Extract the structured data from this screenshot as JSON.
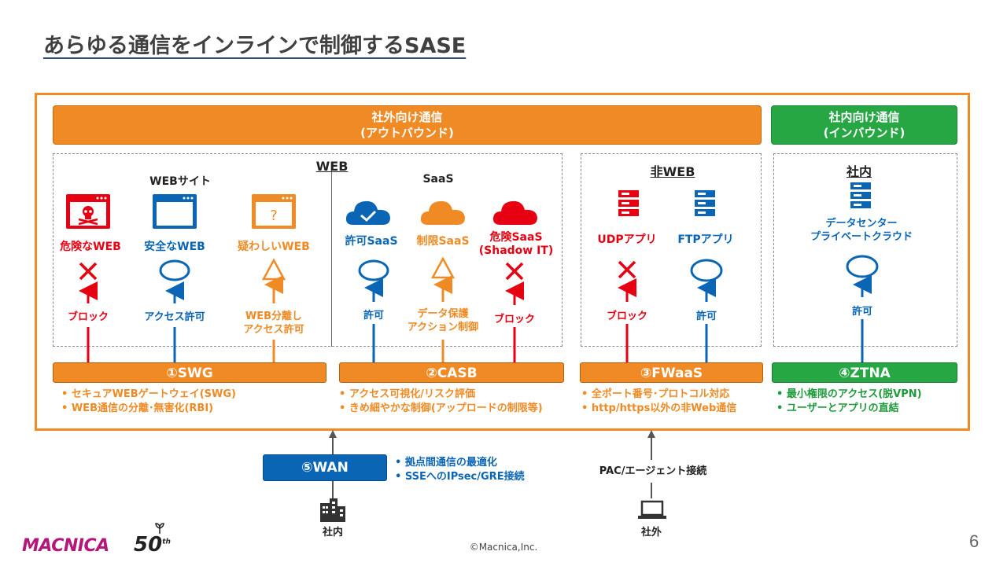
{
  "title": "あらゆる通信をインラインで制御するSASE",
  "outbound": {
    "line1": "社外向け通信",
    "line2": "(アウトバウンド)"
  },
  "inbound": {
    "line1": "社内向け通信",
    "line2": "(インバウンド)"
  },
  "web_label": "WEB",
  "website_label": "WEBサイト",
  "saas_label": "SaaS",
  "nonweb_label": "非WEB",
  "internal_label": "社内",
  "items": {
    "danger_web": "危険なWEB",
    "safe_web": "安全なWEB",
    "suspicious_web": "疑わしいWEB",
    "allowed_saas": "許可SaaS",
    "limited_saas": "制限SaaS",
    "danger_saas": "危険SaaS",
    "shadow_it": "(Shadow IT)",
    "udp_app": "UDPアプリ",
    "ftp_app": "FTPアプリ",
    "dc_line1": "データセンター",
    "dc_line2": "プライベートクラウド"
  },
  "actions": {
    "block1": "ブロック",
    "access_allow": "アクセス許可",
    "web_isolation_1": "WEB分離し",
    "web_isolation_2": "アクセス許可",
    "allow1": "許可",
    "data_protect_1": "データ保護",
    "data_protect_2": "アクション制御",
    "block2": "ブロック",
    "block3": "ブロック",
    "allow2": "許可",
    "allow3": "許可"
  },
  "bars": {
    "swg": "①SWG",
    "casb": "②CASB",
    "fwaas": "③FWaaS",
    "ztna": "④ZTNA",
    "wan": "⑤WAN"
  },
  "bullets": {
    "swg": [
      "セキュアWEBゲートウェイ(SWG)",
      "WEB通信の分離･無害化(RBI)"
    ],
    "casb": [
      "アクセス可視化/リスク評価",
      "きめ細やかな制御(アップロードの制限等)"
    ],
    "fwaas": [
      "全ポート番号･プロトコル対応",
      "http/https以外の非Web通信"
    ],
    "ztna": [
      "最小権限のアクセス(脱VPN)",
      "ユーザーとアプリの直結"
    ],
    "wan": [
      "拠点間通信の最適化",
      "SSEへのIPsec/GRE接続"
    ]
  },
  "pac_label": "PAC/エージェント接続",
  "site_in": "社内",
  "site_out": "社外",
  "footer": {
    "logo": "MACNICA",
    "anniv": "50",
    "anniv_sup": "th",
    "copyright": "©Macnica,Inc.",
    "page": "6"
  },
  "colors": {
    "orange": "#f08a24",
    "green": "#27a644",
    "blue": "#0a66b5",
    "red": "#e60012"
  }
}
